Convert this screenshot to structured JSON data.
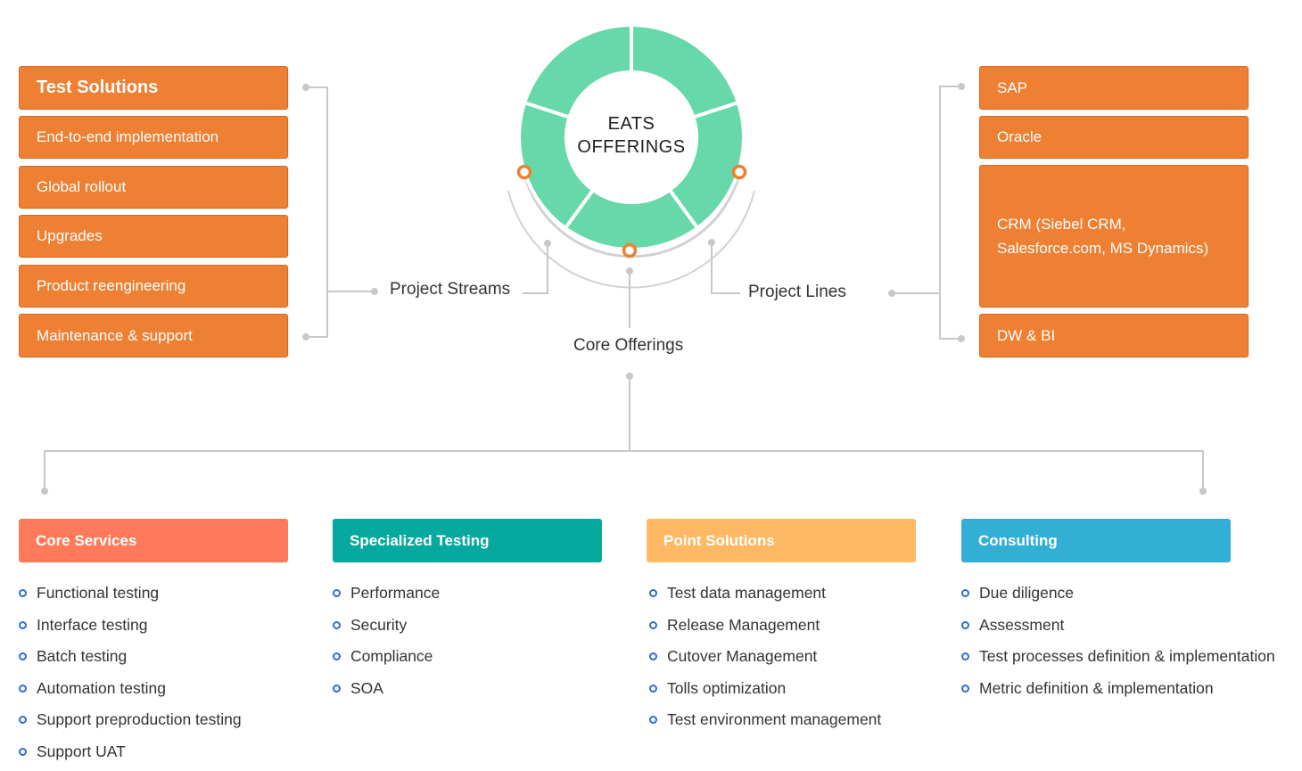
{
  "center": {
    "line1": "EATS",
    "line2": "OFFERINGS"
  },
  "colors": {
    "ring_green": "#66d8aa",
    "accent_orange": "#ee8034",
    "core_services": "#ff7a5a",
    "specialized_testing": "#06a99d",
    "point_solutions": "#ffb964",
    "consulting": "#33afd6",
    "bullet_blue": "#2a6ed6"
  },
  "project_streams": {
    "label": "Project Streams",
    "items": [
      "Test Solutions",
      "End-to-end implementation",
      "Global rollout",
      "Upgrades",
      "Product reengineering",
      "Maintenance & support"
    ]
  },
  "project_lines": {
    "label": "Project Lines",
    "items": [
      "SAP",
      "Oracle",
      "CRM (Siebel CRM, Salesforce.com, MS Dynamics)",
      "DW & BI"
    ]
  },
  "core_offerings": {
    "label": "Core Offerings",
    "categories": [
      {
        "title": "Core Services",
        "items": [
          "Functional testing",
          "Interface testing",
          "Batch testing",
          "Automation testing",
          "Support preproduction testing",
          "Support UAT"
        ]
      },
      {
        "title": "Specialized Testing",
        "items": [
          "Performance",
          "Security",
          "Compliance",
          "SOA"
        ]
      },
      {
        "title": "Point Solutions",
        "items": [
          "Test data management",
          "Release Management",
          "Cutover Management",
          "Tolls optimization",
          "Test environment management"
        ]
      },
      {
        "title": "Consulting",
        "items": [
          "Due diligence",
          "Assessment",
          "Test processes definition & implementation",
          "Metric definition & implementation"
        ]
      }
    ]
  }
}
